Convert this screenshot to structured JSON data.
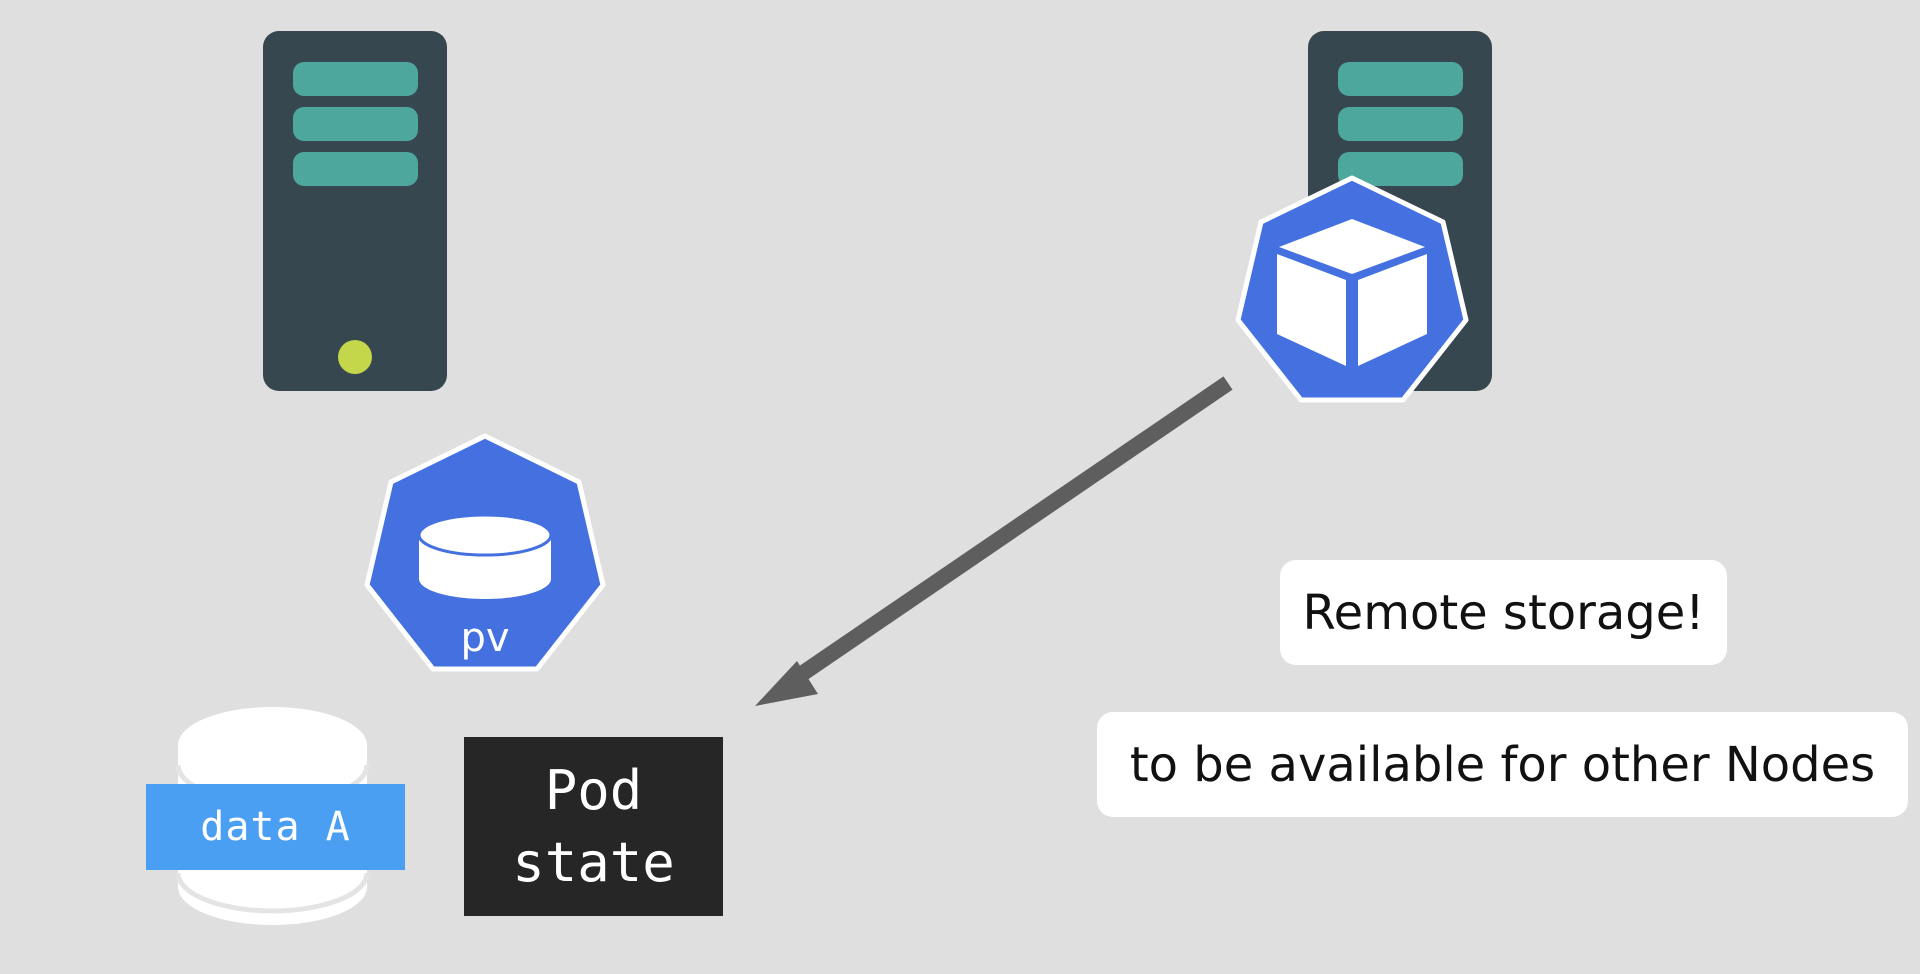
{
  "diagram": {
    "pv_icon": {
      "label": "pv",
      "icon": "database-icon"
    },
    "pod_icon": {
      "icon": "cube-icon"
    },
    "storage": {
      "label": "data A",
      "icon": "database-cylinder-icon"
    },
    "pod_state": {
      "line1": "Pod",
      "line2": "state"
    },
    "callouts": {
      "remote_storage": "Remote storage!",
      "availability": "to be available for other Nodes"
    }
  },
  "colors": {
    "background": "#dfdfdf",
    "server_body": "#37474f",
    "server_slot": "#4ea79c",
    "server_led": "#c4d64a",
    "k8s_blue": "#4470e0",
    "data_label": "#4a9ff3",
    "pod_state_bg": "#262626",
    "arrow": "#5e5e5e"
  }
}
